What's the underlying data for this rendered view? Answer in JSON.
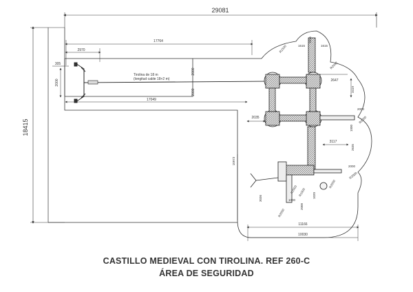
{
  "title": "CASTILLO MEDIEVAL CON TIROLINA. REF 260-C",
  "subtitle": "ÁREA DE SEGURIDAD",
  "zipline": {
    "line1": "Tirolina de 18 m",
    "line2": "(longitud cable 18+2 m)"
  },
  "dimensions": {
    "overall_width": "29081",
    "overall_height": "18415",
    "zip_area_length": "17764",
    "zip_lower_length": "17049",
    "zip_start": "2970",
    "zip_post": "305",
    "zip_width_left": "2000",
    "zip_width_mid": "2000",
    "zip_width_right": "2000",
    "tower_top": "1615",
    "tower_top_left": "1615",
    "tower_top_right": "1615",
    "radius_top": "R1500",
    "radius_a": "R2042",
    "span_top_right": "2647",
    "right_depth": "3419",
    "right_width": "2000",
    "right_radius": "R2000",
    "right_small": "1000",
    "mid_span": "2035",
    "bridge_span": "3117",
    "bridge_depth": "2635",
    "right_lower": "2000",
    "right_lower_radius": "R2000",
    "vertical_left": "10973",
    "slide_depth": "3036",
    "lower_r1": "R2000",
    "lower_r2": "R1500",
    "lower_w1": "1000",
    "lower_w2": "2000",
    "lower_w3": "1020",
    "lower_r3": "R2000",
    "lower_r4": "R2000",
    "bottom_span": "11166",
    "bottom_total": "10030"
  }
}
